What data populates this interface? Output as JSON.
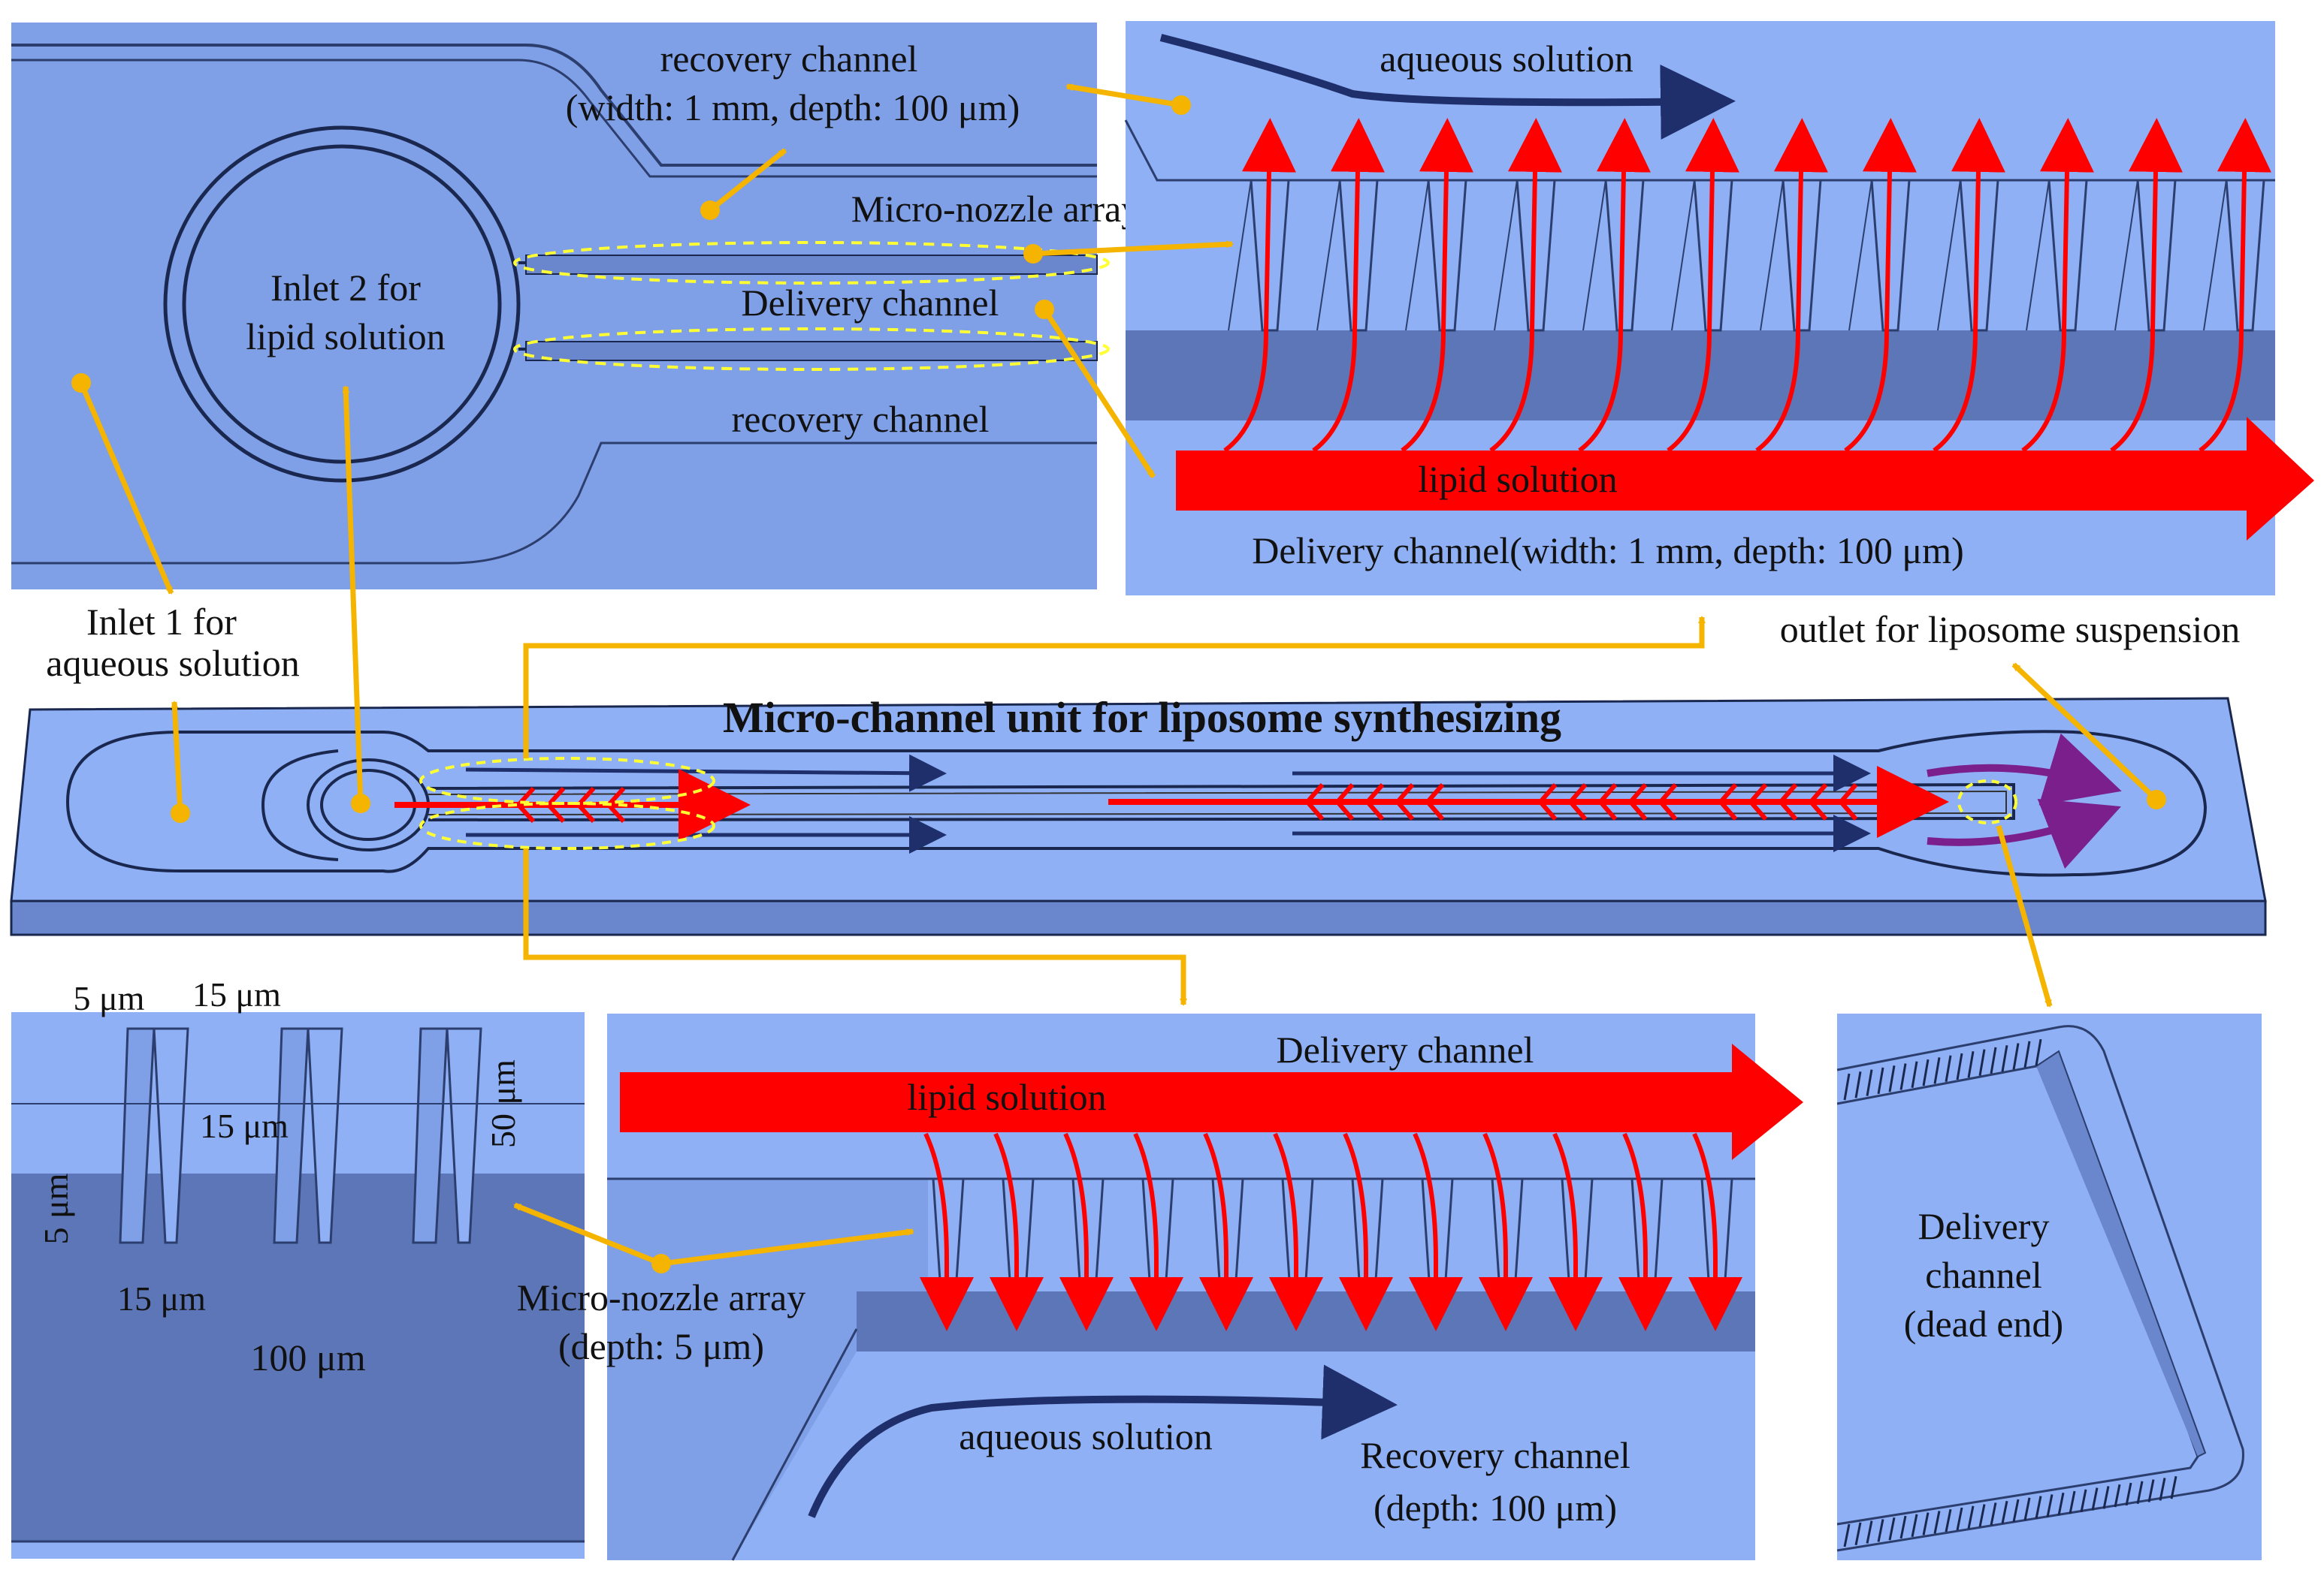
{
  "title": "Micro-channel unit for liposome synthesizing",
  "labels": {
    "recovery_channel_top": "recovery channel",
    "recovery_channel_top_dims": "(width: 1 mm, depth: 100 μm)",
    "micro_nozzle_array": "Micro-nozzle array",
    "delivery_channel": "Delivery channel",
    "inlet2_line1": "Inlet 2 for",
    "inlet2_line2": "lipid solution",
    "recovery_channel_bottom": "recovery channel",
    "aqueous_solution_top": "aqueous solution",
    "lipid_solution_top": "lipid solution",
    "delivery_channel_dims": "Delivery channel(width: 1 mm, depth: 100 μm)",
    "inlet1_line1": "Inlet 1 for",
    "inlet1_line2": "aqueous solution",
    "outlet": "outlet for  liposome suspension",
    "dim_5um_a": "5 μm",
    "dim_15um_a": "15 μm",
    "dim_15um_b": "15 μm",
    "dim_50um": "50 μm",
    "dim_5um_b": "5 μm",
    "dim_15um_c": "15 μm",
    "dim_100um": "100 μm",
    "nozzle_array_bottom_line1": "Micro-nozzle array",
    "nozzle_array_bottom_line2": "(depth: 5 μm)",
    "delivery_channel_bottom": "Delivery channel",
    "lipid_solution_bottom": "lipid solution",
    "aqueous_solution_bottom": "aqueous solution",
    "recovery_channel_bottom_panel_line1": "Recovery channel",
    "recovery_channel_bottom_panel_line2": "(depth: 100 μm)",
    "dead_end_line1": "Delivery",
    "dead_end_line2": "channel",
    "dead_end_line3": "(dead end)"
  },
  "colors": {
    "panel_blue": "#7f9fe6",
    "panel_light": "#8fb0f5",
    "panel_dark": "#5c76b8",
    "lipid_red": "#ff0000",
    "aqueous_navy": "#1f2f6b",
    "callout_gold": "#f4b400",
    "ellipse_yellow": "#ffff33",
    "purple": "#7a1f8c"
  }
}
